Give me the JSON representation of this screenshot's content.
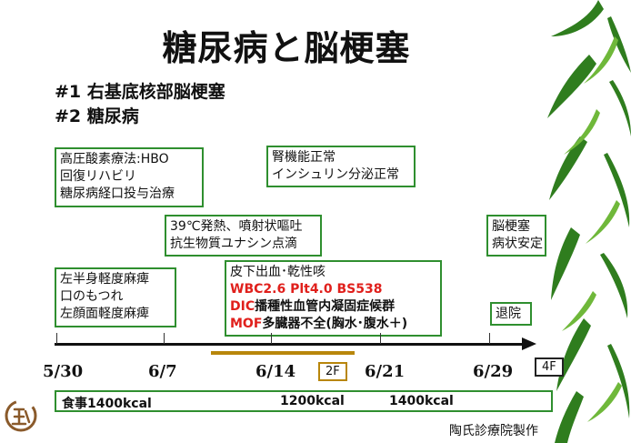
{
  "title": "糖尿病と脳梗塞",
  "diagnoses": [
    "#1 右基底核部脳梗塞",
    "#2 糖尿病"
  ],
  "events": {
    "early": [
      "高圧酸素療法:HBO",
      "回復リハビリ",
      "糖尿病経口投与治療"
    ],
    "renal": [
      "腎機能正常",
      "インシュリン分泌正常"
    ],
    "fever": [
      "39℃発熱、噴射状嘔吐",
      "抗生物質ユナシン点滴"
    ],
    "stroke_stable": [
      "脳梗塞",
      "病状安定"
    ],
    "symptoms": [
      "左半身軽度麻痺",
      "口のもつれ",
      "左顔面軽度麻痺"
    ],
    "complications": {
      "line1": "皮下出血･乾性咳",
      "line2": "WBC2.6  Plt4.0   BS538",
      "line3_red": "DIC",
      "line3_rest": "播種性血管内凝固症候群",
      "line4_red": "MOF",
      "line4_rest": "多臓器不全(胸水･腹水＋)"
    },
    "discharge": "退院"
  },
  "timeline": {
    "dates": [
      "5/30",
      "6/7",
      "6/14",
      "6/21",
      "6/29"
    ],
    "ward_2f": "2F",
    "ward_4f": "4F"
  },
  "meals": [
    "食事1400kcal",
    "1200kcal",
    "1400kcal"
  ],
  "credit": "陶氏診療院製作",
  "colors": {
    "box_border": "#2f8f2f",
    "highlight": "#e0201c",
    "ward_line": "#b8860b"
  }
}
